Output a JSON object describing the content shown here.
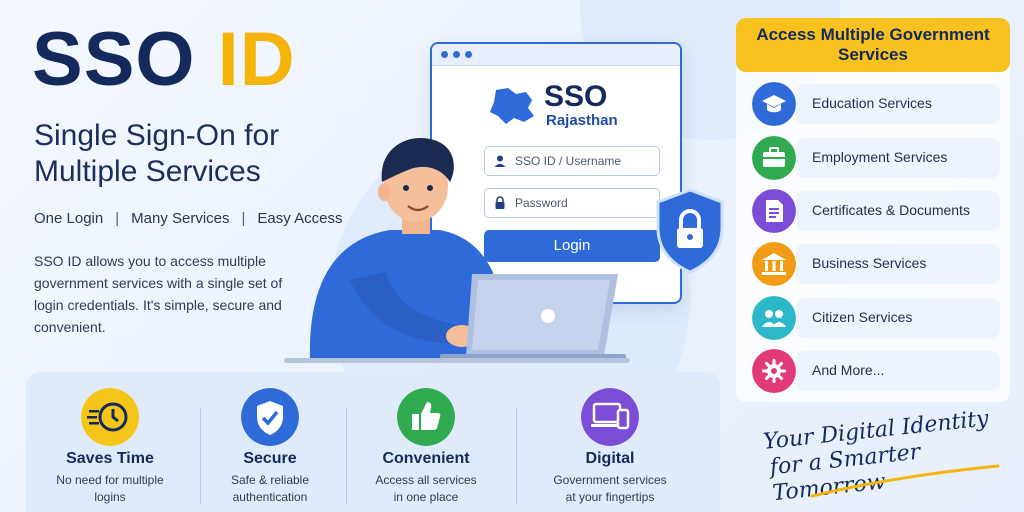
{
  "hero": {
    "title_part1": "SSO",
    "title_part2": "ID",
    "subtitle": "Single Sign-On for Multiple Services",
    "tagline": [
      "One Login",
      "Many Services",
      "Easy Access"
    ],
    "tagline_separator": "|",
    "description": "SSO ID allows you to access multiple government services with a single set of login credentials. It's simple, secure and convenient."
  },
  "login_card": {
    "brand": "SSO",
    "region": "Rajasthan",
    "username_placeholder": "SSO ID / Username",
    "password_placeholder": "Password",
    "login_label": "Login"
  },
  "services": {
    "heading": "Access Multiple Government Services",
    "items": [
      {
        "label": "Education Services",
        "icon": "graduation-cap-icon",
        "color": "#2f6bd8"
      },
      {
        "label": "Employment Services",
        "icon": "briefcase-icon",
        "color": "#2faa4f"
      },
      {
        "label": "Certificates & Documents",
        "icon": "document-icon",
        "color": "#7b4dd6"
      },
      {
        "label": "Business Services",
        "icon": "building-icon",
        "color": "#f29b16"
      },
      {
        "label": "Citizen Services",
        "icon": "users-icon",
        "color": "#2cb8c9"
      },
      {
        "label": "And More...",
        "icon": "gear-icon",
        "color": "#e23a78"
      }
    ]
  },
  "features": [
    {
      "title": "Saves Time",
      "desc1": "No need for multiple",
      "desc2": "logins",
      "icon": "clock-icon",
      "color": "#f5c518"
    },
    {
      "title": "Secure",
      "desc1": "Safe & reliable",
      "desc2": "authentication",
      "icon": "shield-check-icon",
      "color": "#2f6bd8"
    },
    {
      "title": "Convenient",
      "desc1": "Access all services",
      "desc2": "in one place",
      "icon": "thumbs-up-icon",
      "color": "#2faa4f"
    },
    {
      "title": "Digital",
      "desc1": "Government services",
      "desc2": "at your fingertips",
      "icon": "devices-icon",
      "color": "#7b4dd6"
    }
  ],
  "slogan": {
    "line1": "Your Digital Identity",
    "line2": "for a Smarter Tomorrow"
  },
  "colors": {
    "navy": "#142a5c",
    "accent_yellow": "#f5b40a",
    "primary_blue": "#2f6bd8"
  }
}
